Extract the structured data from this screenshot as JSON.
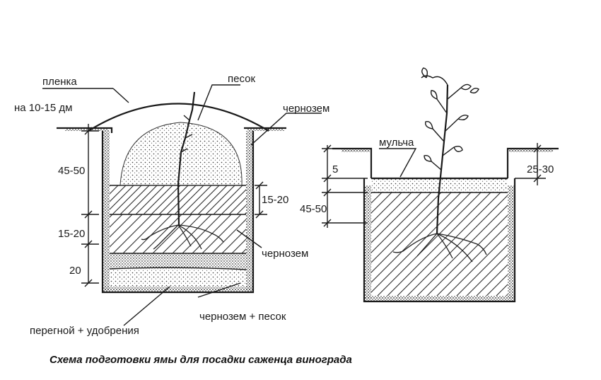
{
  "left_diagram": {
    "labels": {
      "film": "пленка",
      "film_height": "на 10-15 дм",
      "sand": "песок",
      "chernozem_top": "чернозем",
      "chernozem_mid": "чернозем",
      "chernozem_sand": "чернозем + песок",
      "humus_fertilizer": "перегной + удобрения"
    },
    "dimensions": {
      "mound": "45-50",
      "top_layer": "15-20",
      "middle_layer": "15-20",
      "bottom_layer": "20"
    }
  },
  "right_diagram": {
    "labels": {
      "mulch": "мульча"
    },
    "dimensions": {
      "mulch_depth": "5",
      "pit_depth": "45-50",
      "rim_depth": "25-30"
    }
  },
  "caption": "Схема подготовки ямы для посадки саженца винограда"
}
